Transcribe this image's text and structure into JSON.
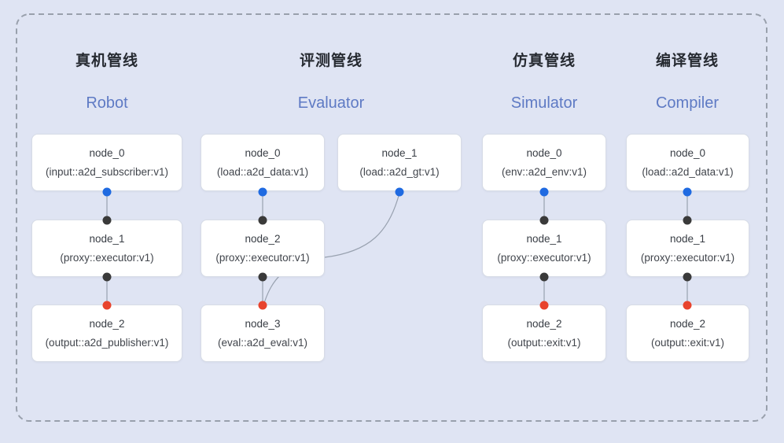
{
  "colors": {
    "background": "#dfe4f3",
    "node_bg": "#ffffff",
    "node_border": "#d7dce6",
    "dashed_border": "#99a0ac",
    "edge": "#98a1af",
    "dot_blue": "#1f6ae1",
    "dot_black": "#3a3a3a",
    "dot_red": "#e8432d",
    "title_zh": "#262a31",
    "title_en": "#5e7ac4",
    "node_name": "#383d44",
    "node_type": "#41454c"
  },
  "groups": {
    "robot": {
      "title_zh": "真机管线",
      "title_en": "Robot",
      "nodes": [
        {
          "name": "node_0",
          "type": "(input::a2d_subscriber:v1)"
        },
        {
          "name": "node_1",
          "type": "(proxy::executor:v1)"
        },
        {
          "name": "node_2",
          "type": "(output::a2d_publisher:v1)"
        }
      ]
    },
    "evaluator": {
      "title_zh": "评测管线",
      "title_en": "Evaluator",
      "nodes": [
        {
          "name": "node_0",
          "type": "(load::a2d_data:v1)"
        },
        {
          "name": "node_1",
          "type": "(load::a2d_gt:v1)"
        },
        {
          "name": "node_2",
          "type": "(proxy::executor:v1)"
        },
        {
          "name": "node_3",
          "type": "(eval::a2d_eval:v1)"
        }
      ]
    },
    "simulator": {
      "title_zh": "仿真管线",
      "title_en": "Simulator",
      "nodes": [
        {
          "name": "node_0",
          "type": "(env::a2d_env:v1)"
        },
        {
          "name": "node_1",
          "type": "(proxy::executor:v1)"
        },
        {
          "name": "node_2",
          "type": "(output::exit:v1)"
        }
      ]
    },
    "compiler": {
      "title_zh": "编译管线",
      "title_en": "Compiler",
      "nodes": [
        {
          "name": "node_0",
          "type": "(load::a2d_data:v1)"
        },
        {
          "name": "node_1",
          "type": "(proxy::executor:v1)"
        },
        {
          "name": "node_2",
          "type": "(output::exit:v1)"
        }
      ]
    }
  }
}
